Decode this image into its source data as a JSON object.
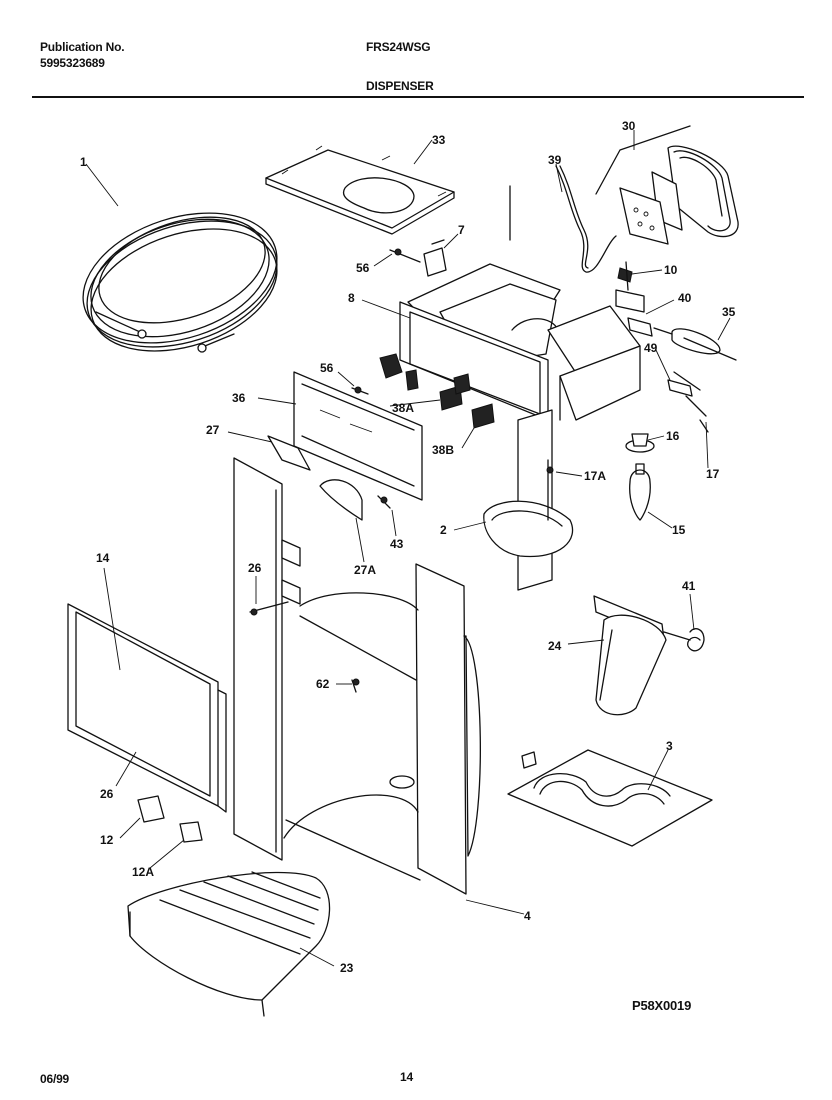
{
  "header": {
    "publication_label": "Publication No.",
    "publication_number": "5995323689",
    "model": "FRS24WSG",
    "section": "DISPENSER"
  },
  "footer": {
    "date": "06/99",
    "page": "14",
    "figure_code": "P58X0019"
  },
  "callouts": [
    {
      "id": "c-1",
      "text": "1"
    },
    {
      "id": "c-33",
      "text": "33"
    },
    {
      "id": "c-39",
      "text": "39"
    },
    {
      "id": "c-30",
      "text": "30"
    },
    {
      "id": "c-7",
      "text": "7"
    },
    {
      "id": "c-56a",
      "text": "56"
    },
    {
      "id": "c-10",
      "text": "10"
    },
    {
      "id": "c-8",
      "text": "8"
    },
    {
      "id": "c-40",
      "text": "40"
    },
    {
      "id": "c-35",
      "text": "35"
    },
    {
      "id": "c-49",
      "text": "49"
    },
    {
      "id": "c-56b",
      "text": "56"
    },
    {
      "id": "c-36",
      "text": "36"
    },
    {
      "id": "c-38a",
      "text": "38A"
    },
    {
      "id": "c-27",
      "text": "27"
    },
    {
      "id": "c-38b",
      "text": "38B"
    },
    {
      "id": "c-16",
      "text": "16"
    },
    {
      "id": "c-17a",
      "text": "17A"
    },
    {
      "id": "c-17",
      "text": "17"
    },
    {
      "id": "c-2",
      "text": "2"
    },
    {
      "id": "c-15",
      "text": "15"
    },
    {
      "id": "c-43",
      "text": "43"
    },
    {
      "id": "c-27a",
      "text": "27A"
    },
    {
      "id": "c-14",
      "text": "14"
    },
    {
      "id": "c-26a",
      "text": "26"
    },
    {
      "id": "c-41",
      "text": "41"
    },
    {
      "id": "c-24",
      "text": "24"
    },
    {
      "id": "c-62",
      "text": "62"
    },
    {
      "id": "c-3",
      "text": "3"
    },
    {
      "id": "c-26b",
      "text": "26"
    },
    {
      "id": "c-12",
      "text": "12"
    },
    {
      "id": "c-12a",
      "text": "12A"
    },
    {
      "id": "c-4",
      "text": "4"
    },
    {
      "id": "c-23",
      "text": "23"
    }
  ]
}
